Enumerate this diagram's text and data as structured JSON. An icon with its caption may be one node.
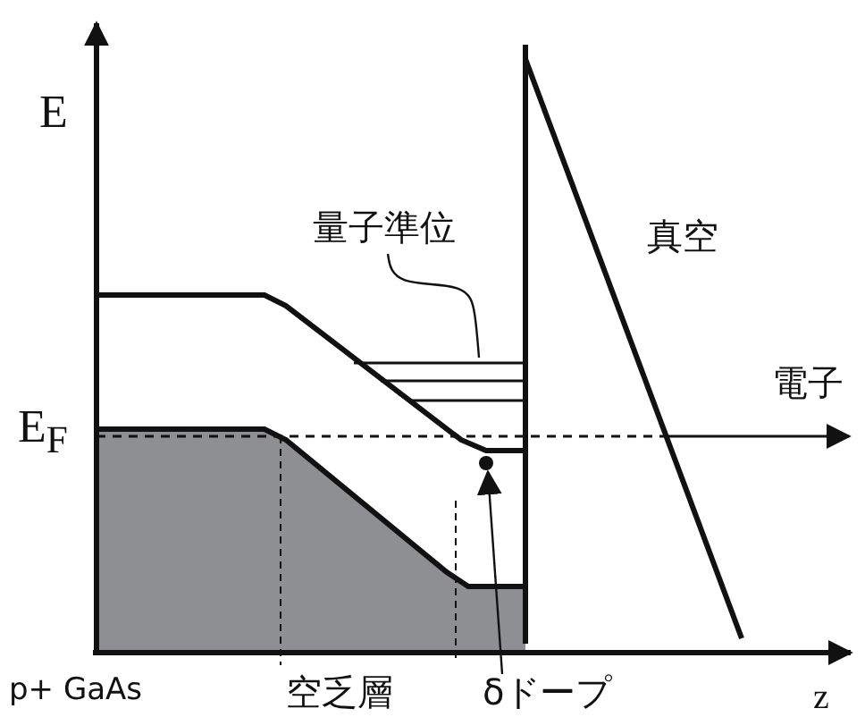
{
  "diagram": {
    "nodes": [
      {
        "text": [
          "量子準位"
        ]
      },
      {
        "text": [],
        "shape": "bar"
      },
      {
        "text": [
          "δドープ"
        ]
      },
      {
        "text": [],
        "shape": "circle"
      }
    ],
    "edges": [
      {
        "from": 0,
        "to": 1,
        "arrow": "none"
      },
      {
        "from": 2,
        "to": 3,
        "arrow": "to"
      }
    ],
    "labels": [
      "E",
      "E$_{F}$",
      "真空",
      "電子",
      "p+ GaAs",
      "空乏層",
      "z"
    ]
  }
}
